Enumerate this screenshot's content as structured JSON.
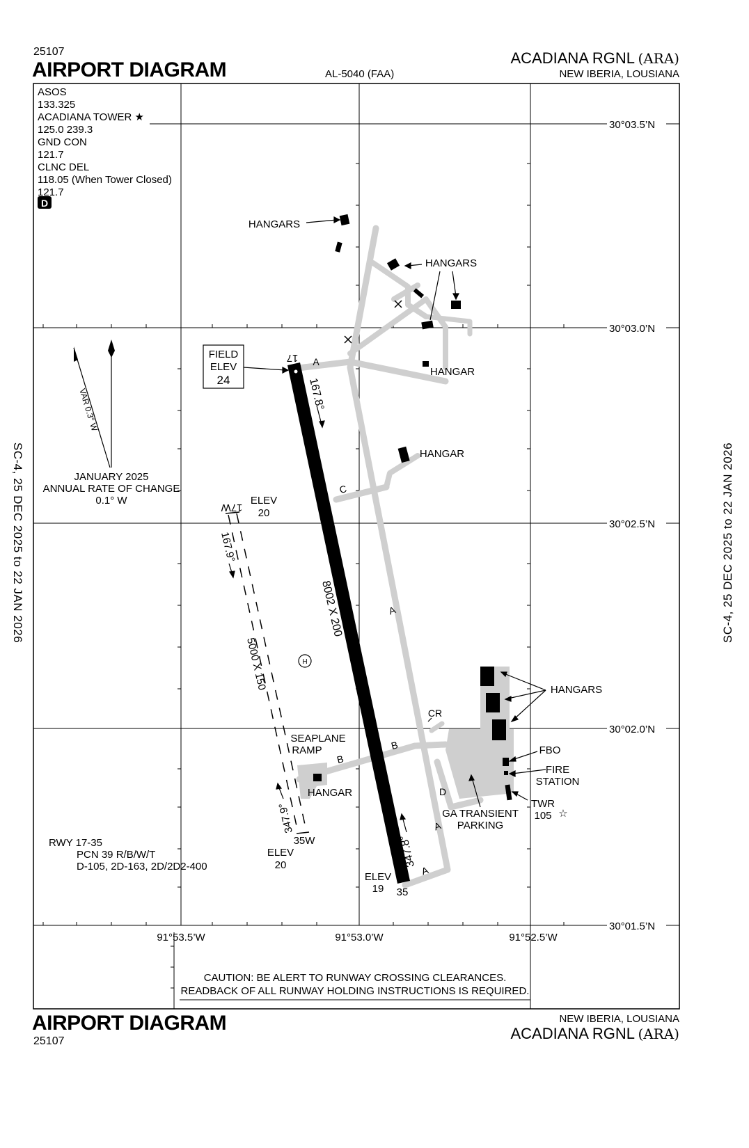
{
  "header": {
    "procedure_number": "25107",
    "title": "AIRPORT DIAGRAM",
    "chart_id": "AL-5040 (FAA)",
    "airport_name": "ACADIANA RGNL",
    "airport_id": "(ARA)",
    "location": "NEW IBERIA, LOUSIANA"
  },
  "footer": {
    "title": "AIRPORT DIAGRAM",
    "procedure_number": "25107",
    "location": "NEW IBERIA, LOUSIANA",
    "airport_name": "ACADIANA RGNL",
    "airport_id": "(ARA)"
  },
  "side_notes": {
    "left": "SC-4,  25 DEC 2025  to  22 JAN 2026",
    "right": "SC-4,  25 DEC 2025  to  22 JAN 2026"
  },
  "frequencies": [
    "ASOS",
    "133.325",
    "ACADIANA TOWER ★",
    "125.0 239.3",
    "GND CON",
    "121.7",
    "CLNC DEL",
    "118.05 (When Tower Closed)",
    "121.7"
  ],
  "d_symbol": "D",
  "latitudes": [
    "30°03.5’N",
    "30°03.0’N",
    "30°02.5’N",
    "30°02.0’N",
    "30°01.5’N"
  ],
  "longitudes": [
    "91°53.5’W",
    "91°53.0’W",
    "91°52.5’W"
  ],
  "magnetic_variation": {
    "var_label": "VAR 0.3° W",
    "date": "JANUARY 2025",
    "rate_label": "ANNUAL RATE OF CHANGE",
    "rate_value": "0.1° W"
  },
  "field_elevation": {
    "label1": "FIELD",
    "label2": "ELEV",
    "value": "24"
  },
  "runway_main": {
    "dimensions": "8002 X 200",
    "end_north": "17",
    "end_south": "35",
    "heading_north": "167.8°",
    "heading_south": "347.8°",
    "elev_label": "ELEV",
    "elev_south": "19"
  },
  "waterway": {
    "dimensions": "5000 X 150",
    "end_north": "17W",
    "end_south": "35W",
    "heading_north": "167.9°",
    "heading_south": "347.9°",
    "elev_label": "ELEV",
    "elev_north": "20",
    "elev_south": "20"
  },
  "taxiways": [
    "A",
    "B",
    "C",
    "D",
    "CR"
  ],
  "labels": {
    "hangars": "HANGARS",
    "hangar": "HANGAR",
    "seaplane": "SEAPLANE",
    "ramp": "RAMP",
    "fbo": "FBO",
    "fire": "FIRE",
    "station": "STATION",
    "twr": "TWR",
    "twr_value": "105",
    "ga_transient": "GA TRANSIENT",
    "parking": "PARKING",
    "heliport": "H"
  },
  "runway_info": {
    "line1": "RWY 17-35",
    "line2": "PCN 39 R/B/W/T",
    "line3": "D-105, 2D-163, 2D/2D2-400"
  },
  "caution": {
    "line1": "CAUTION: BE ALERT TO RUNWAY CROSSING CLEARANCES.",
    "line2": "READBACK OF ALL RUNWAY HOLDING INSTRUCTIONS IS REQUIRED."
  },
  "colors": {
    "taxiway": "#cfcfcf",
    "runway": "#000000",
    "ink": "#000000"
  }
}
